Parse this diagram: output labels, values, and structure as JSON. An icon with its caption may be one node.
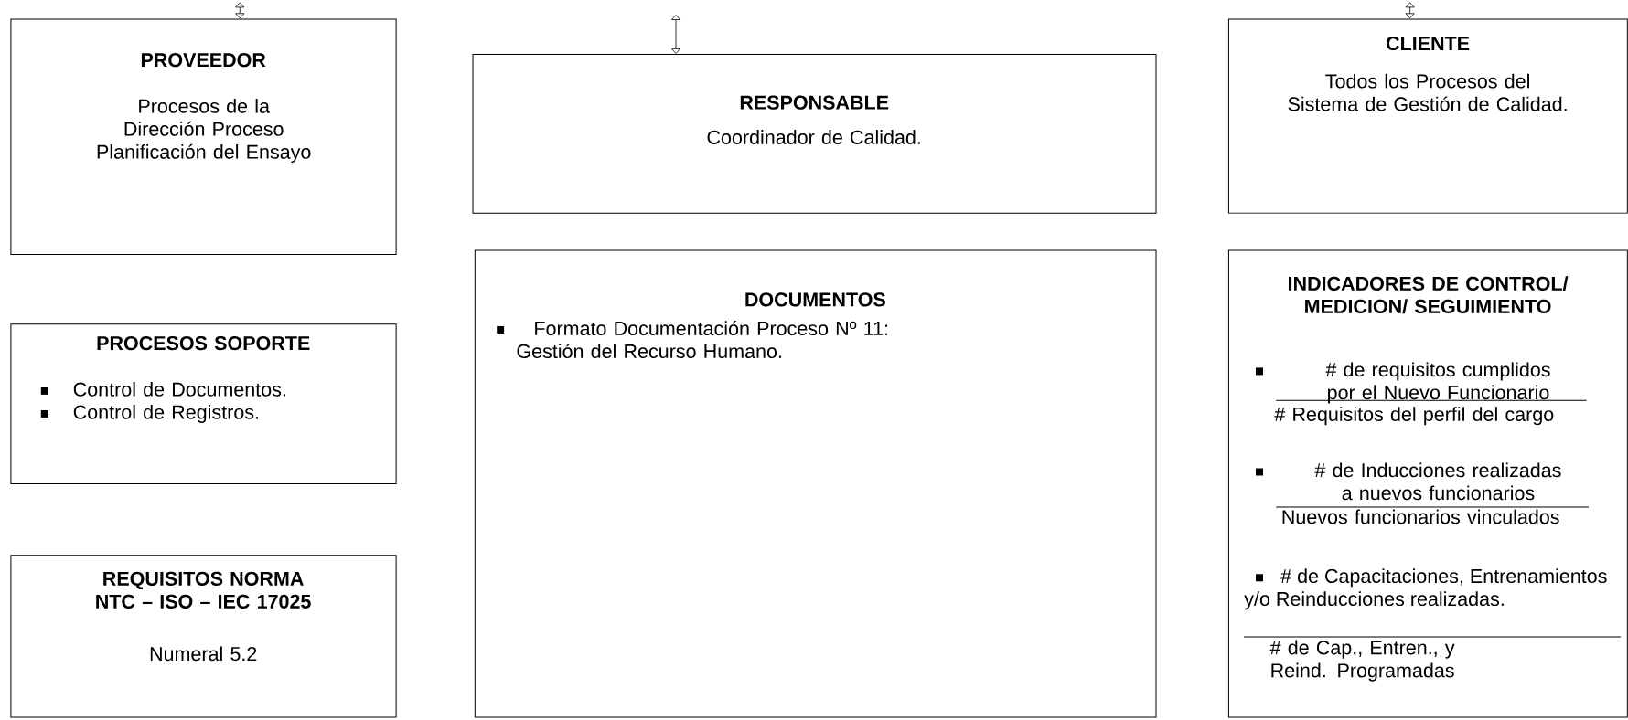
{
  "diagram": {
    "nodes": [
      {
        "text": [
          "PROVEEDOR",
          "Procesos de la Dirección Proceso Planificación del Ensayo"
        ]
      },
      {
        "text": [
          "RESPONSABLE",
          "Coordinador de Calidad."
        ]
      },
      {
        "text": [
          "CLIENTE",
          "Todos los Procesos del Sistema de Gestión de Calidad."
        ]
      },
      {
        "text": [
          "PROCESOS SOPORTE",
          "Control de Documentos.",
          "Control de Registros."
        ]
      },
      {
        "text": [
          "DOCUMENTOS",
          "Formato Documentación Proceso Nº 11: Gestión del Recurso Humano."
        ]
      },
      {
        "text": [
          "INDICADORES DE CONTROL/ MEDICION/ SEGUIMIENTO",
          "# de requisitos cumplidos por el Nuevo Funcionario",
          "# Requisitos del perfil del cargo",
          "# de Inducciones realizadas a nuevos funcionarios",
          "Nuevos funcionarios vinculados",
          "# de Capacitaciones, Entrenamientos y/o Reinducciones realizadas.",
          "# de Cap., Entren., y Reind. Programadas"
        ]
      },
      {
        "text": [
          "REQUISITOS NORMA NTC – ISO – IEC 17025",
          "Numeral 5.2"
        ]
      }
    ],
    "edges": [
      {
        "from": null,
        "to": 0,
        "arrow": "both"
      },
      {
        "from": null,
        "to": 1,
        "arrow": "both"
      },
      {
        "from": null,
        "to": 2,
        "arrow": "both"
      }
    ]
  }
}
